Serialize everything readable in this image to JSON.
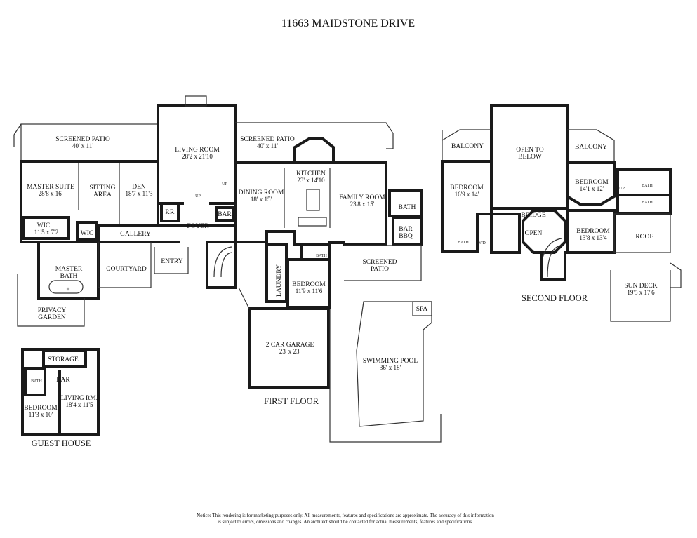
{
  "title": "11663 MAIDSTONE DRIVE",
  "sections": {
    "first_floor": "FIRST FLOOR",
    "second_floor": "SECOND FLOOR",
    "guest_house": "GUEST HOUSE"
  },
  "rooms": {
    "screened_patio_left": {
      "name": "SCREENED PATIO",
      "dim": "40' x 11'"
    },
    "living_room": {
      "name": "LIVING ROOM",
      "dim": "28'2 x 21'10"
    },
    "screened_patio_mid": {
      "name": "SCREENED PATIO",
      "dim": "40' x 11'"
    },
    "master_suite": {
      "name": "MASTER SUITE",
      "dim": "28'8 x 16'"
    },
    "sitting_area": {
      "name": "SITTING",
      "name2": "AREA"
    },
    "den": {
      "name": "DEN",
      "dim": "18'7 x 11'3"
    },
    "wic_left": {
      "name": "WIC",
      "dim": "11'5 x 7'2"
    },
    "wic_small": {
      "name": "WIC"
    },
    "gallery": {
      "name": "GALLERY"
    },
    "pr": {
      "name": "P.R."
    },
    "foyer": {
      "name": "FOYER"
    },
    "bar_first": {
      "name": "BAR"
    },
    "dining_room": {
      "name": "DINING ROOM",
      "dim": "18' x 15'"
    },
    "kitchen": {
      "name": "KITCHEN",
      "dim": "23' x 14'10"
    },
    "family_room": {
      "name": "FAMILY ROOM",
      "dim": "23'8 x 15'"
    },
    "bath_first_right": {
      "name": "BATH"
    },
    "bar_bbq": {
      "name": "BAR",
      "name2": "BBQ"
    },
    "master_bath": {
      "name": "MASTER",
      "name2": "BATH"
    },
    "courtyard": {
      "name": "COURTYARD"
    },
    "entry": {
      "name": "ENTRY"
    },
    "laundry": {
      "name": "LAUNDRY"
    },
    "bath_first_mid": {
      "name": "BATH"
    },
    "bedroom_first": {
      "name": "BEDROOM",
      "dim": "11'9 x 11'6"
    },
    "screened_patio_right": {
      "name": "SCREENED",
      "name2": "PATIO"
    },
    "privacy_garden": {
      "name": "PRIVACY",
      "name2": "GARDEN"
    },
    "garage": {
      "name": "2 CAR GARAGE",
      "dim": "23' x 23'"
    },
    "pool": {
      "name": "SWIMMING POOL",
      "dim": "36' x 18'"
    },
    "spa": {
      "name": "SPA"
    },
    "storage": {
      "name": "STORAGE"
    },
    "bath_guest": {
      "name": "BATH"
    },
    "bar_guest": {
      "name": "BAR"
    },
    "bedroom_guest": {
      "name": "BEDROOM",
      "dim": "11'3 x 10'"
    },
    "living_guest": {
      "name": "LIVING RM.",
      "dim": "18'4 x 11'5"
    },
    "balcony_left": {
      "name": "BALCONY"
    },
    "open_below": {
      "name": "OPEN TO",
      "name2": "BELOW"
    },
    "balcony_right": {
      "name": "BALCONY"
    },
    "bedroom_2a": {
      "name": "BEDROOM",
      "dim": "16'9 x 14'"
    },
    "bedroom_2b": {
      "name": "BEDROOM",
      "dim": "14'1 x 12'"
    },
    "bath_2a": {
      "name": "BATH"
    },
    "bath_2b": {
      "name": "BATH"
    },
    "bath_2c": {
      "name": "BATH"
    },
    "bridge": {
      "name": "BRIDGE"
    },
    "open": {
      "name": "OPEN"
    },
    "bedroom_2c": {
      "name": "BEDROOM",
      "dim": "13'8 x 13'4"
    },
    "roof": {
      "name": "ROOF"
    },
    "sun_deck": {
      "name": "SUN DECK",
      "dim": "19'5 x 17'6"
    }
  },
  "small_labels": {
    "up": "UP",
    "wd": "W/D"
  },
  "notice": {
    "line1": "Notice: This rendering is for marketing purposes only. All measurements, features and specifications are approximate. The accuracy of this information",
    "line2": "is subject to errors, omissions and changes. An architect should be contacted for actual measurements, features and specifications."
  }
}
